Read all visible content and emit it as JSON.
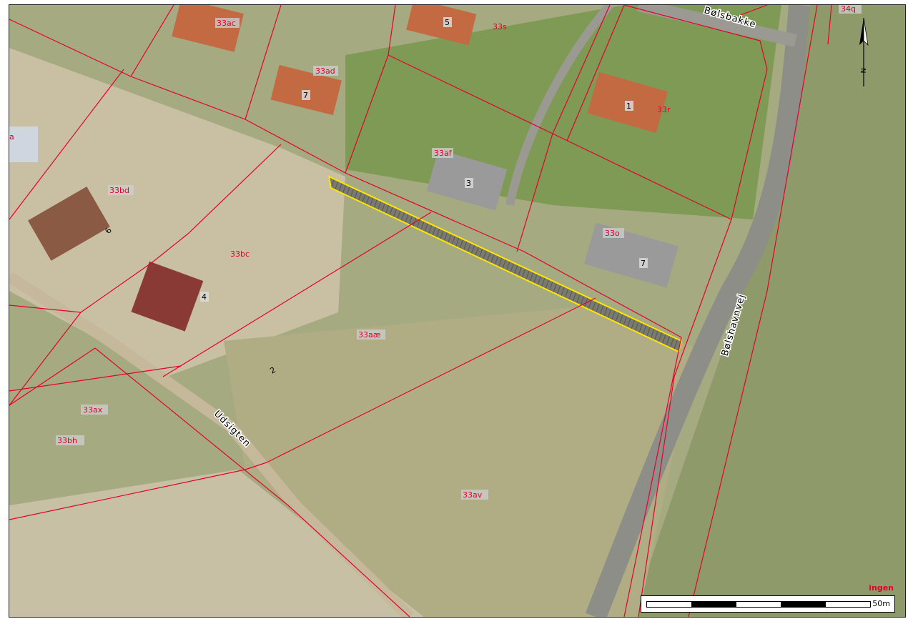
{
  "map": {
    "parcels": [
      "33ac",
      "33ad",
      "33s",
      "33r",
      "33af",
      "33bd",
      "33bc",
      "33o",
      "33aæ",
      "33ax",
      "33bh",
      "33av",
      "34q",
      "a"
    ],
    "house_numbers": [
      "5",
      "7",
      "1",
      "3",
      "6",
      "4",
      "7",
      "2"
    ],
    "streets": [
      "Bølsbakke",
      "Bølshavnvej",
      "Udsigten"
    ],
    "scale_label": "50m",
    "status_text": "ingen",
    "north_label": "N",
    "colors": {
      "parcel_line": "#e4002b",
      "highlight": "#ffe600"
    }
  }
}
